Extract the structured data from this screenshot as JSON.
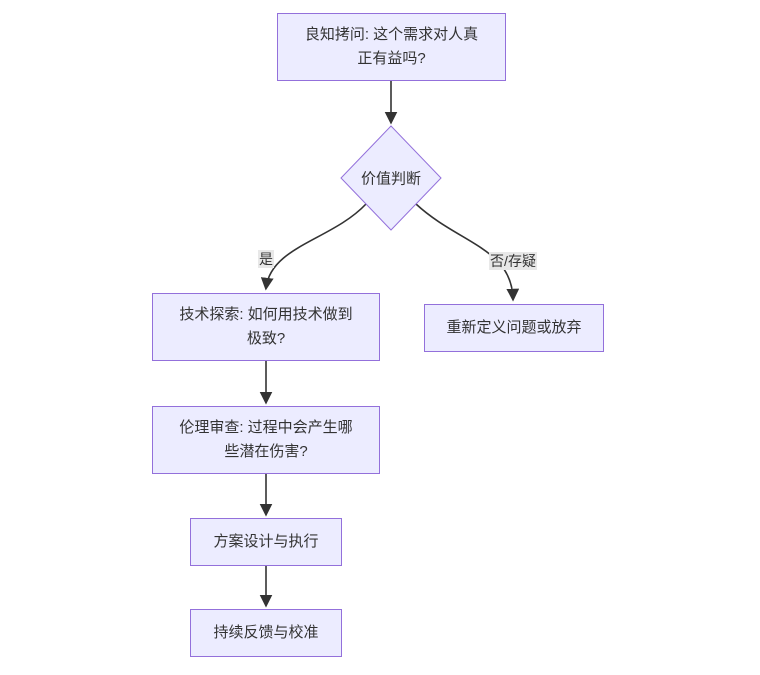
{
  "colors": {
    "background": "#ffffff",
    "node_fill": "#ECECFF",
    "node_border": "#9370DB",
    "edge_color": "#333333",
    "edge_label_bg": "#e8e8e8",
    "text_color": "#333333"
  },
  "diagram": {
    "type": "flowchart",
    "direction": "top-down",
    "nodes": [
      {
        "id": "conscience-question",
        "shape": "rect",
        "lines": [
          "良知拷问: 这个需求对人真",
          "正有益吗?"
        ]
      },
      {
        "id": "value-judgment",
        "shape": "diamond",
        "lines": [
          "价值判断"
        ]
      },
      {
        "id": "tech-exploration",
        "shape": "rect",
        "lines": [
          "技术探索: 如何用技术做到",
          "极致?"
        ]
      },
      {
        "id": "redefine-or-abandon",
        "shape": "rect",
        "lines": [
          "重新定义问题或放弃"
        ]
      },
      {
        "id": "ethics-review",
        "shape": "rect",
        "lines": [
          "伦理审查: 过程中会产生哪",
          "些潜在伤害?"
        ]
      },
      {
        "id": "design-and-execution",
        "shape": "rect",
        "lines": [
          "方案设计与执行"
        ]
      },
      {
        "id": "continuous-feedback",
        "shape": "rect",
        "lines": [
          "持续反馈与校准"
        ]
      }
    ],
    "edges": [
      {
        "from": "conscience-question",
        "to": "value-judgment",
        "label": ""
      },
      {
        "from": "value-judgment",
        "to": "tech-exploration",
        "label": "是"
      },
      {
        "from": "value-judgment",
        "to": "redefine-or-abandon",
        "label": "否/存疑"
      },
      {
        "from": "tech-exploration",
        "to": "ethics-review",
        "label": ""
      },
      {
        "from": "ethics-review",
        "to": "design-and-execution",
        "label": ""
      },
      {
        "from": "design-and-execution",
        "to": "continuous-feedback",
        "label": ""
      }
    ]
  }
}
